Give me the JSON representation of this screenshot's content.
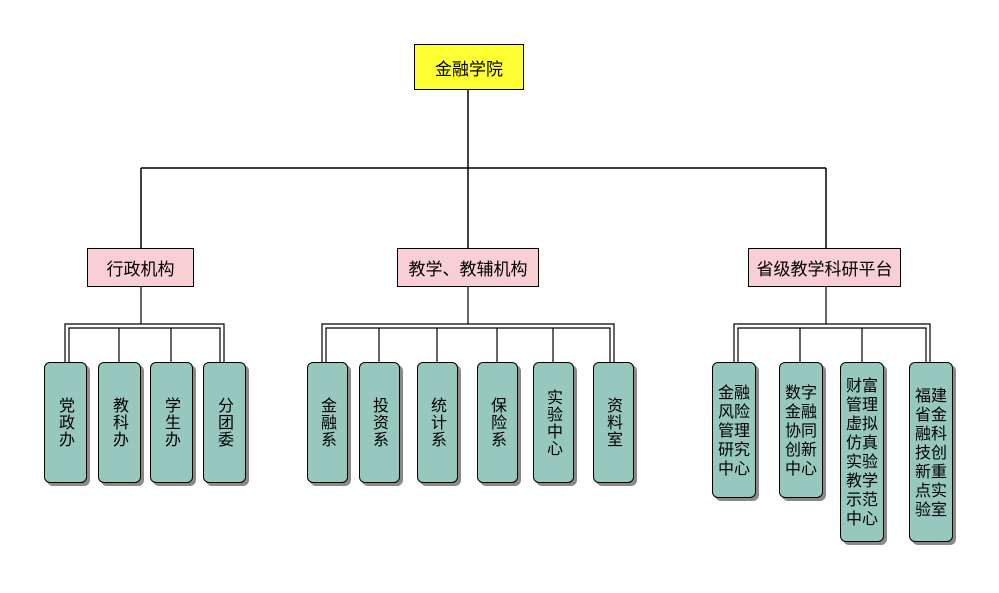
{
  "root": "金融学院",
  "branches": [
    {
      "label": "行政机构",
      "children": [
        "党政办",
        "教科办",
        "学生办",
        "分团委"
      ]
    },
    {
      "label": "教学、教辅机构",
      "children": [
        "金融系",
        "投资系",
        "统计系",
        "保险系",
        "实验中心",
        "资料室"
      ]
    },
    {
      "label": "省级教学科研平台",
      "children": [
        "金融风险管理研究中心",
        "数字金融协同创新中心",
        "财富管理虚拟仿真实验教学示范中心",
        "福建省金融科技创新重点实验室"
      ]
    }
  ],
  "colors": {
    "root": "#ffff33",
    "branch": "#f8cfd2",
    "leaf": "#97c8bd"
  }
}
